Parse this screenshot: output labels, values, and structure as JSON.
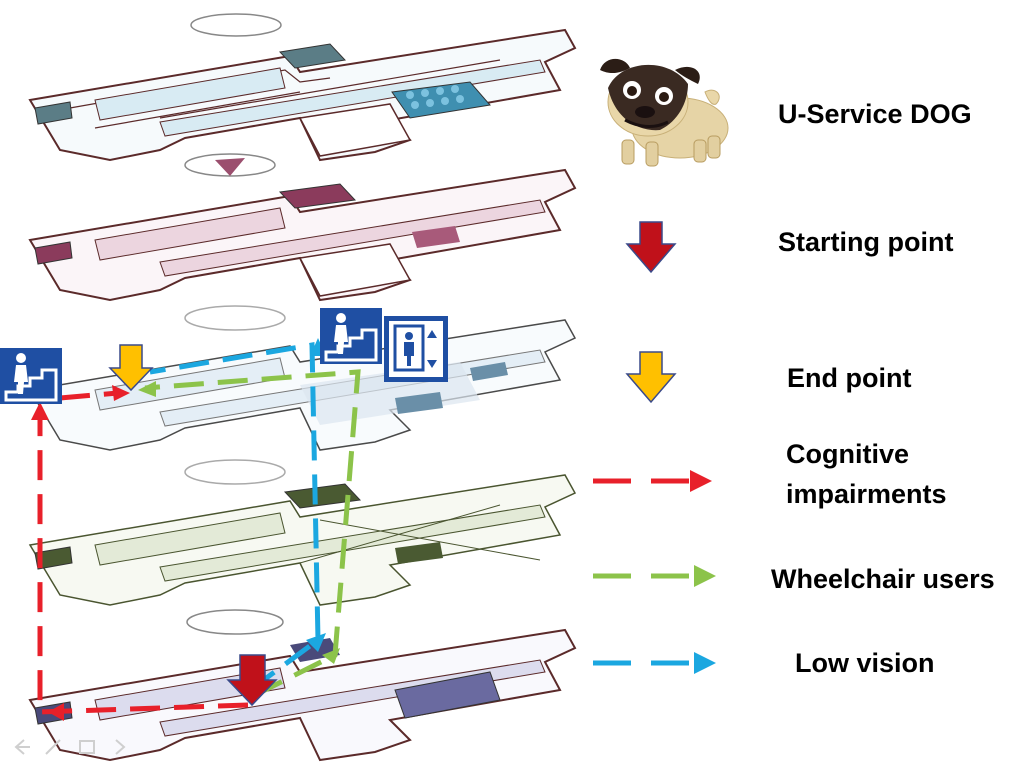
{
  "legend": {
    "service_dog": "U-Service DOG",
    "starting_point": "Starting point",
    "end_point": "End point",
    "cognitive": "Cognitive\nimpairments",
    "wheelchair": "Wheelchair users",
    "low_vision": "Low vision"
  },
  "colors": {
    "cognitive": "#e8202a",
    "wheelchair": "#8cc34a",
    "low_vision": "#1ba7e0",
    "start_arrow": "#c0111a",
    "end_arrow": "#ffc000",
    "floor_blue": "#d8ebf3",
    "floor_pink": "#ecd5df",
    "floor_ghost": "#e4eef6",
    "floor_green": "#e3ead7",
    "floor_lavender": "#dcdcee",
    "sign_blue": "#1f4fa3"
  },
  "icons": [
    "dog-icon",
    "stairs-sign-icon",
    "elevator-sign-icon",
    "down-arrow-icon"
  ],
  "nav": [
    "back-icon",
    "pen-icon",
    "menu-icon",
    "forward-icon"
  ]
}
